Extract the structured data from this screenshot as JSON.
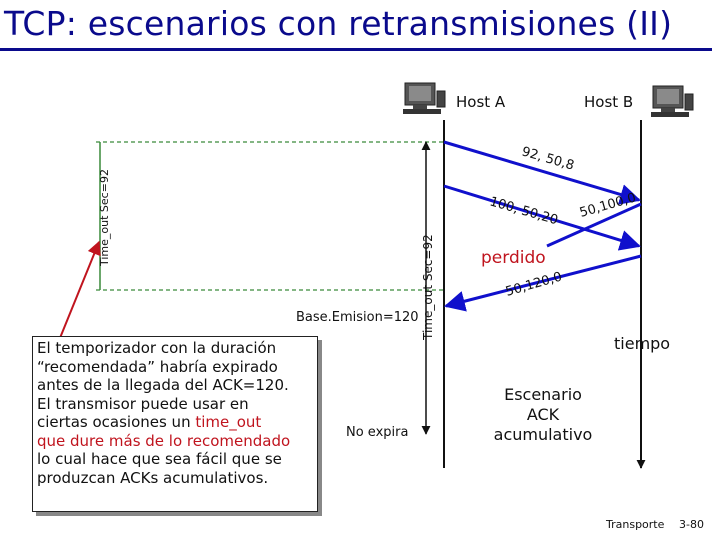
{
  "title": "TCP: escenarios con retransmisiones (II)",
  "hosts": {
    "a": "Host A",
    "b": "Host B"
  },
  "timeouts": {
    "outer": "Time_out Sec=92",
    "inner": "Time_out Sec=92"
  },
  "messages": {
    "m1": "92, 50,8",
    "m2": "100, 50,20",
    "ack1": "50,100,0",
    "ack2": "50,120,0"
  },
  "base_emission": "Base.Emision=120",
  "no_expira": "No expira",
  "lost": "perdido",
  "time_label": "tiempo",
  "scenario": [
    "Escenario",
    "ACK",
    "acumulativo"
  ],
  "note": {
    "line1": "El temporizador con la duración",
    "line2": "“recomendada” habría expirado",
    "line3": "antes de la llegada del ACK=120.",
    "line4": "El transmisor puede usar en",
    "line5a": "ciertas ocasiones un ",
    "line5b": "time_out",
    "line6": "que dure más de lo recomendado",
    "line7": "lo cual hace que sea fácil que se",
    "line8": "produzcan ACKs acumulativos."
  },
  "footer": {
    "label": "Transporte",
    "page": "3-80"
  },
  "colors": {
    "title": "#0a0a8c",
    "accent": "#c0141e",
    "arrow": "#1010cc",
    "timeout": "#3a8a3a"
  },
  "icons": [
    "computer-icon",
    "computer-icon"
  ]
}
